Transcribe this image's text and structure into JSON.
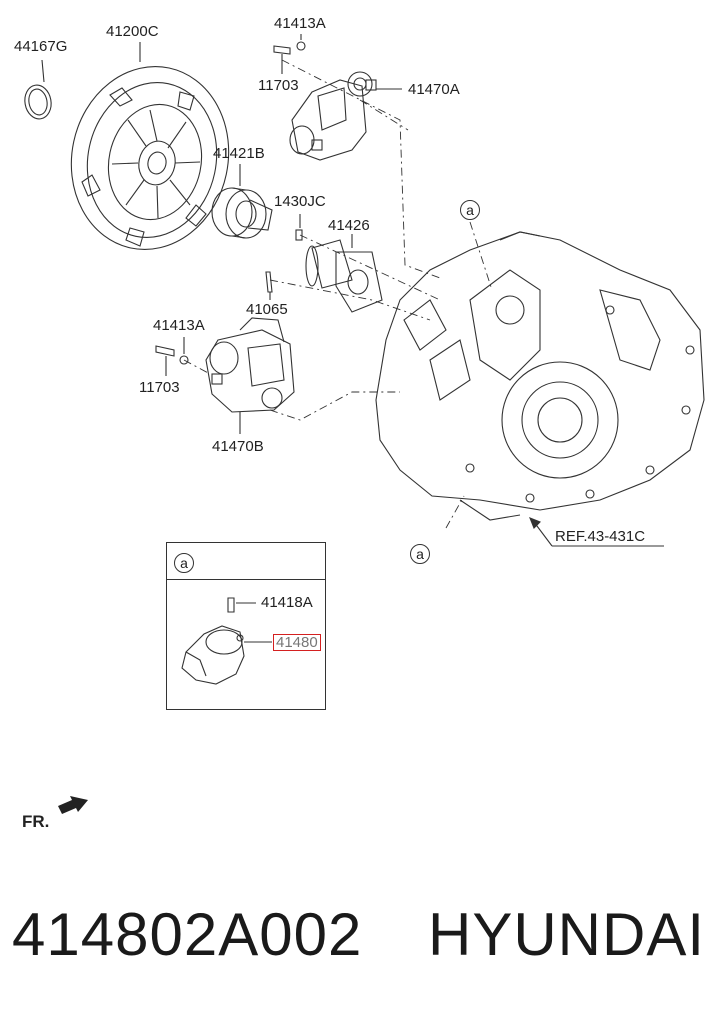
{
  "labels": {
    "ring": "44167G",
    "clutch_cover": "41200C",
    "bolt_top": "41413A",
    "screw_top": "11703",
    "actuator_top": "41470A",
    "release_bearing": "41421B",
    "pin": "1430JC",
    "guide_tube": "41426",
    "bolt_mid": "41065",
    "bolt_left": "41413A",
    "screw_left": "11703",
    "actuator_bottom": "41470B",
    "inset_bolt": "41418A",
    "inset_sensor": "41480"
  },
  "refs": {
    "circle_a": "a",
    "ref_label": "REF.43-431C",
    "front": "FR."
  },
  "footer": {
    "part_number": "414802A002",
    "brand": "HYUNDAI"
  },
  "colors": {
    "line": "#333333",
    "highlight": "#d42020"
  }
}
